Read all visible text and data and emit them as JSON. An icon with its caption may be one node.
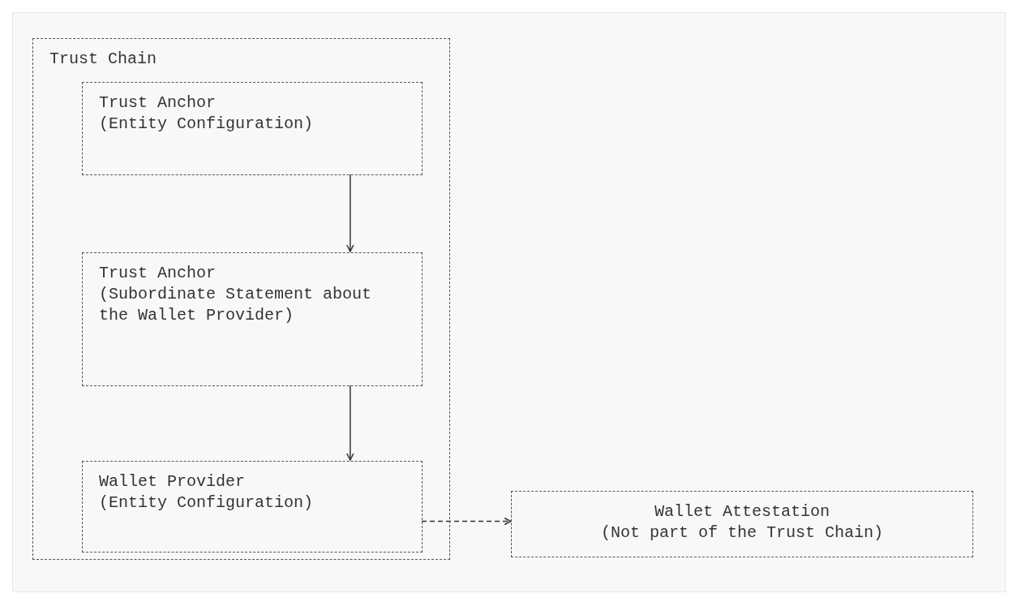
{
  "diagram": {
    "nodes": [
      {
        "text": [
          "Trust Chain"
        ]
      },
      {
        "text": [
          "Trust Anchor",
          "(Entity Configuration)"
        ],
        "in": 0
      },
      {
        "text": [
          "Trust Anchor",
          "(Subordinate Statement about the Wallet Provider)"
        ],
        "in": 0
      },
      {
        "text": [
          "Wallet Provider",
          "(Entity Configuration)"
        ],
        "in": 0
      },
      {
        "text": [
          "Wallet Attestation",
          "(Not part of the Trust Chain)"
        ]
      }
    ],
    "edges": [
      {
        "from": 1,
        "to": 2,
        "arrow": "to"
      },
      {
        "from": 2,
        "to": 3,
        "arrow": "to"
      },
      {
        "from": 3,
        "to": 4,
        "arrow": "to",
        "style": "dashed"
      }
    ]
  }
}
